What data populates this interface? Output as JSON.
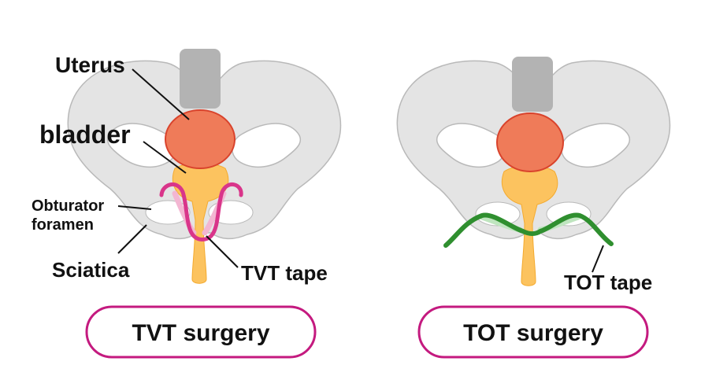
{
  "colors": {
    "pelvis": "#e4e4e4",
    "pelvis_stroke": "#b9b9b9",
    "spine": "#b3b3b3",
    "uterus": "#ef7b59",
    "uterus_stroke": "#d9432c",
    "bladder": "#fcc35f",
    "bladder_stroke": "#f4aa2e",
    "tvt_tape": "#d9358a",
    "tvt_tape_light": "#f3b6d2",
    "tot_tape": "#2f8f2f",
    "tot_tape_light": "#bfe5bf",
    "pill_border": "#c41a7f",
    "label_text": "#111111"
  },
  "left_diagram": {
    "labels": {
      "uterus": "Uterus",
      "bladder": "bladder",
      "obturator_line1": "Obturator",
      "obturator_line2": "foramen",
      "sciatica": "Sciatica",
      "tape": "TVT tape"
    },
    "pill": "TVT surgery"
  },
  "right_diagram": {
    "labels": {
      "tape": "TOT tape"
    },
    "pill": "TOT surgery"
  }
}
